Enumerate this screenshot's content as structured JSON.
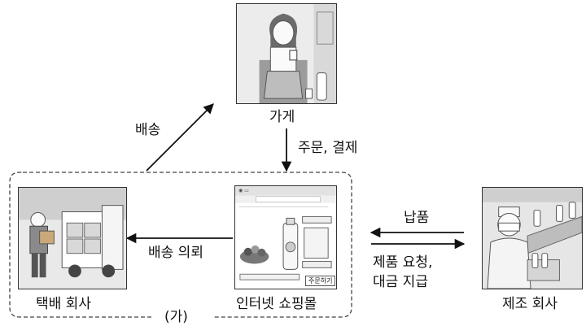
{
  "nodes": {
    "store": {
      "label": "가게"
    },
    "courier": {
      "label": "택배 회사"
    },
    "mall": {
      "label": "인터넷 쇼핑몰",
      "order_button": "주문하기"
    },
    "manufacturer": {
      "label": "제조 회사"
    }
  },
  "edges": {
    "order_payment": "주문, 결제",
    "delivery": "배송",
    "delivery_request": "배송 의뢰",
    "supply": "납품",
    "product_request": "제품 요청,",
    "payment": "대금 지급"
  },
  "group": {
    "label": "(가)"
  }
}
